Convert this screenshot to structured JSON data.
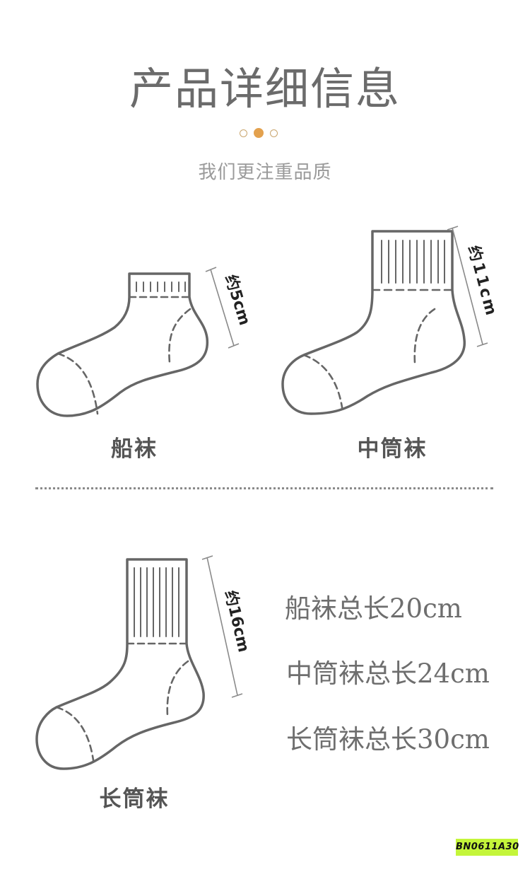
{
  "header": {
    "title": "产品详细信息",
    "subtitle": "我们更注重品质",
    "pager_dots": {
      "count": 3,
      "active_index": 1,
      "active_color": "#e3a14e",
      "inactive_border_color": "#c9a56e"
    }
  },
  "socks": [
    {
      "type": "ankle",
      "label": "船袜",
      "cuff_height": "约5cm"
    },
    {
      "type": "mid",
      "label": "中筒袜",
      "cuff_height": "约11cm"
    },
    {
      "type": "long",
      "label": "长筒袜",
      "cuff_height": "约16cm"
    }
  ],
  "total_lengths": [
    "船袜总长20cm",
    "中筒袜总长24cm",
    "长筒袜总长30cm"
  ],
  "product_code": "BN0611A30",
  "colors": {
    "text_gray": "#6b6b6b",
    "outline_gray": "#666666",
    "code_badge_bg": "#c4f53a"
  }
}
